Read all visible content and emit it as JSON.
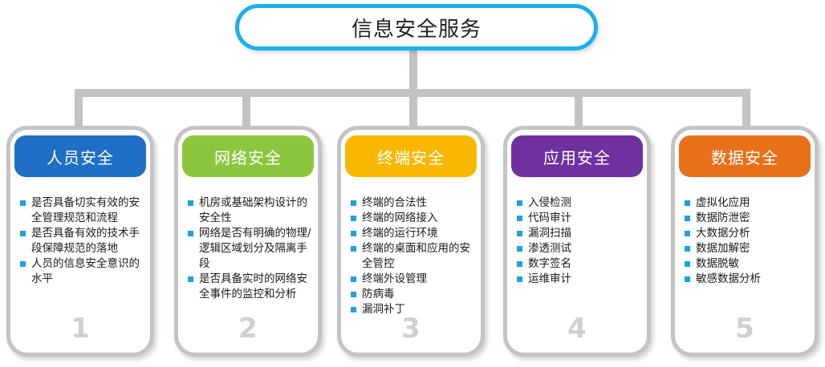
{
  "top": {
    "title": "信息安全服务"
  },
  "colors": {
    "top_border": "#1ab0ec",
    "connector": "#c3c3c3",
    "card_border": "#c4c4c4",
    "bullet": "#1aa3e0",
    "number": "#d0d0d0"
  },
  "cards": [
    {
      "title": "人员安全",
      "color": "#1f6fc5",
      "items": [
        "是否具备切实有效的安全管理规范和流程",
        "是否具备有效的技术手段保障规范的落地",
        "人员的信息安全意识的水平"
      ],
      "number": "1"
    },
    {
      "title": "网络安全",
      "color": "#8cc63f",
      "items": [
        "机房或基础架构设计的安全性",
        "网络是否有明确的物理/逻辑区域划分及隔离手段",
        "是否具备实时的网络安全事件的监控和分析"
      ],
      "number": "2"
    },
    {
      "title": "终端安全",
      "color": "#f9b800",
      "items": [
        "终端的合法性",
        "终端的网络接入",
        "终端的运行环境",
        "终端的桌面和应用的安全管控",
        "终端外设管理",
        "防病毒",
        "漏洞补丁"
      ],
      "number": "3"
    },
    {
      "title": "应用安全",
      "color": "#7030a0",
      "items": [
        "入侵检测",
        "代码审计",
        "漏洞扫描",
        "渗透测试",
        "数字签名",
        "运维审计"
      ],
      "number": "4"
    },
    {
      "title": "数据安全",
      "color": "#e8701a",
      "items": [
        "虚拟化应用",
        "数据防泄密",
        "大数据分析",
        "数据加解密",
        "数据脱敏",
        "敏感数据分析"
      ],
      "number": "5"
    }
  ]
}
